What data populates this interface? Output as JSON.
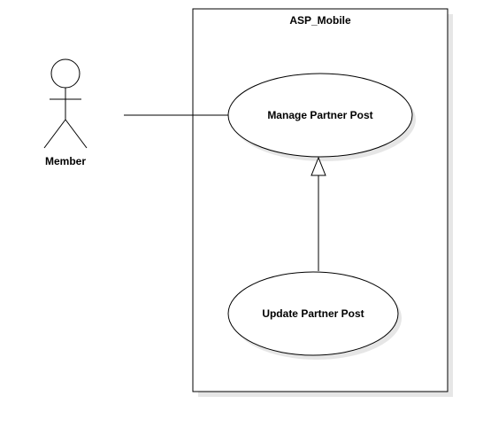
{
  "system": {
    "title": "ASP_Mobile"
  },
  "actor": {
    "label": "Member"
  },
  "use_cases": [
    {
      "label": "Manage Partner Post"
    },
    {
      "label": "Update Partner Post"
    }
  ],
  "relations": [
    {
      "type": "association",
      "from": "Member",
      "to": "Manage Partner Post"
    },
    {
      "type": "generalization",
      "from": "Update Partner Post",
      "to": "Manage Partner Post"
    }
  ],
  "colors": {
    "stroke": "#000000",
    "fill": "#ffffff",
    "shadow": "#e6e6e6"
  }
}
